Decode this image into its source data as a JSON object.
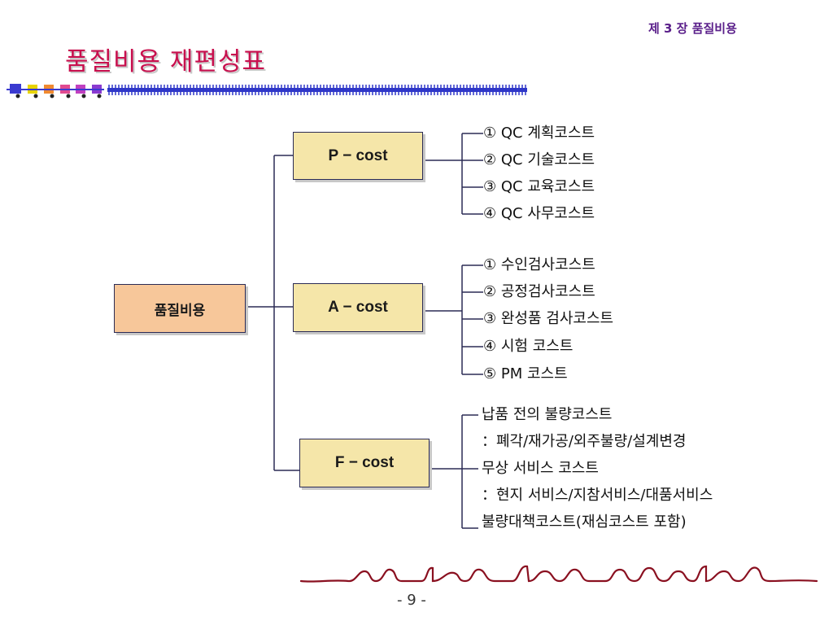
{
  "header": {
    "chapter": "제 3 장 품질비용",
    "title": "품질비용 재편성표"
  },
  "colors": {
    "title": "#c8104e",
    "chapter": "#5a1f8a",
    "root_box": "#f7c79a",
    "category_box": "#f5e6a9",
    "connector": "#2b2b55",
    "deco_bar": "#2f37c8"
  },
  "diagram": {
    "root": "품질비용",
    "categories": [
      {
        "label": "P − cost",
        "items": [
          "① QC 계획코스트",
          "② QC 기술코스트",
          "③ QC 교육코스트",
          "④ QC 사무코스트"
        ]
      },
      {
        "label": "A − cost",
        "items": [
          "① 수인검사코스트",
          "② 공정검사코스트",
          "③ 완성품 검사코스트",
          "④ 시험 코스트",
          "⑤ PM 코스트"
        ]
      },
      {
        "label": "F − cost",
        "items": [
          "납품 전의 불량코스트",
          "：폐각/재가공/외주불량/설계변경",
          "무상 서비스 코스트",
          "：현지 서비스/지참서비스/대품서비스",
          "불량대책코스트(재심코스트 포함)"
        ]
      }
    ]
  },
  "footer": {
    "page": "- 9 -"
  }
}
